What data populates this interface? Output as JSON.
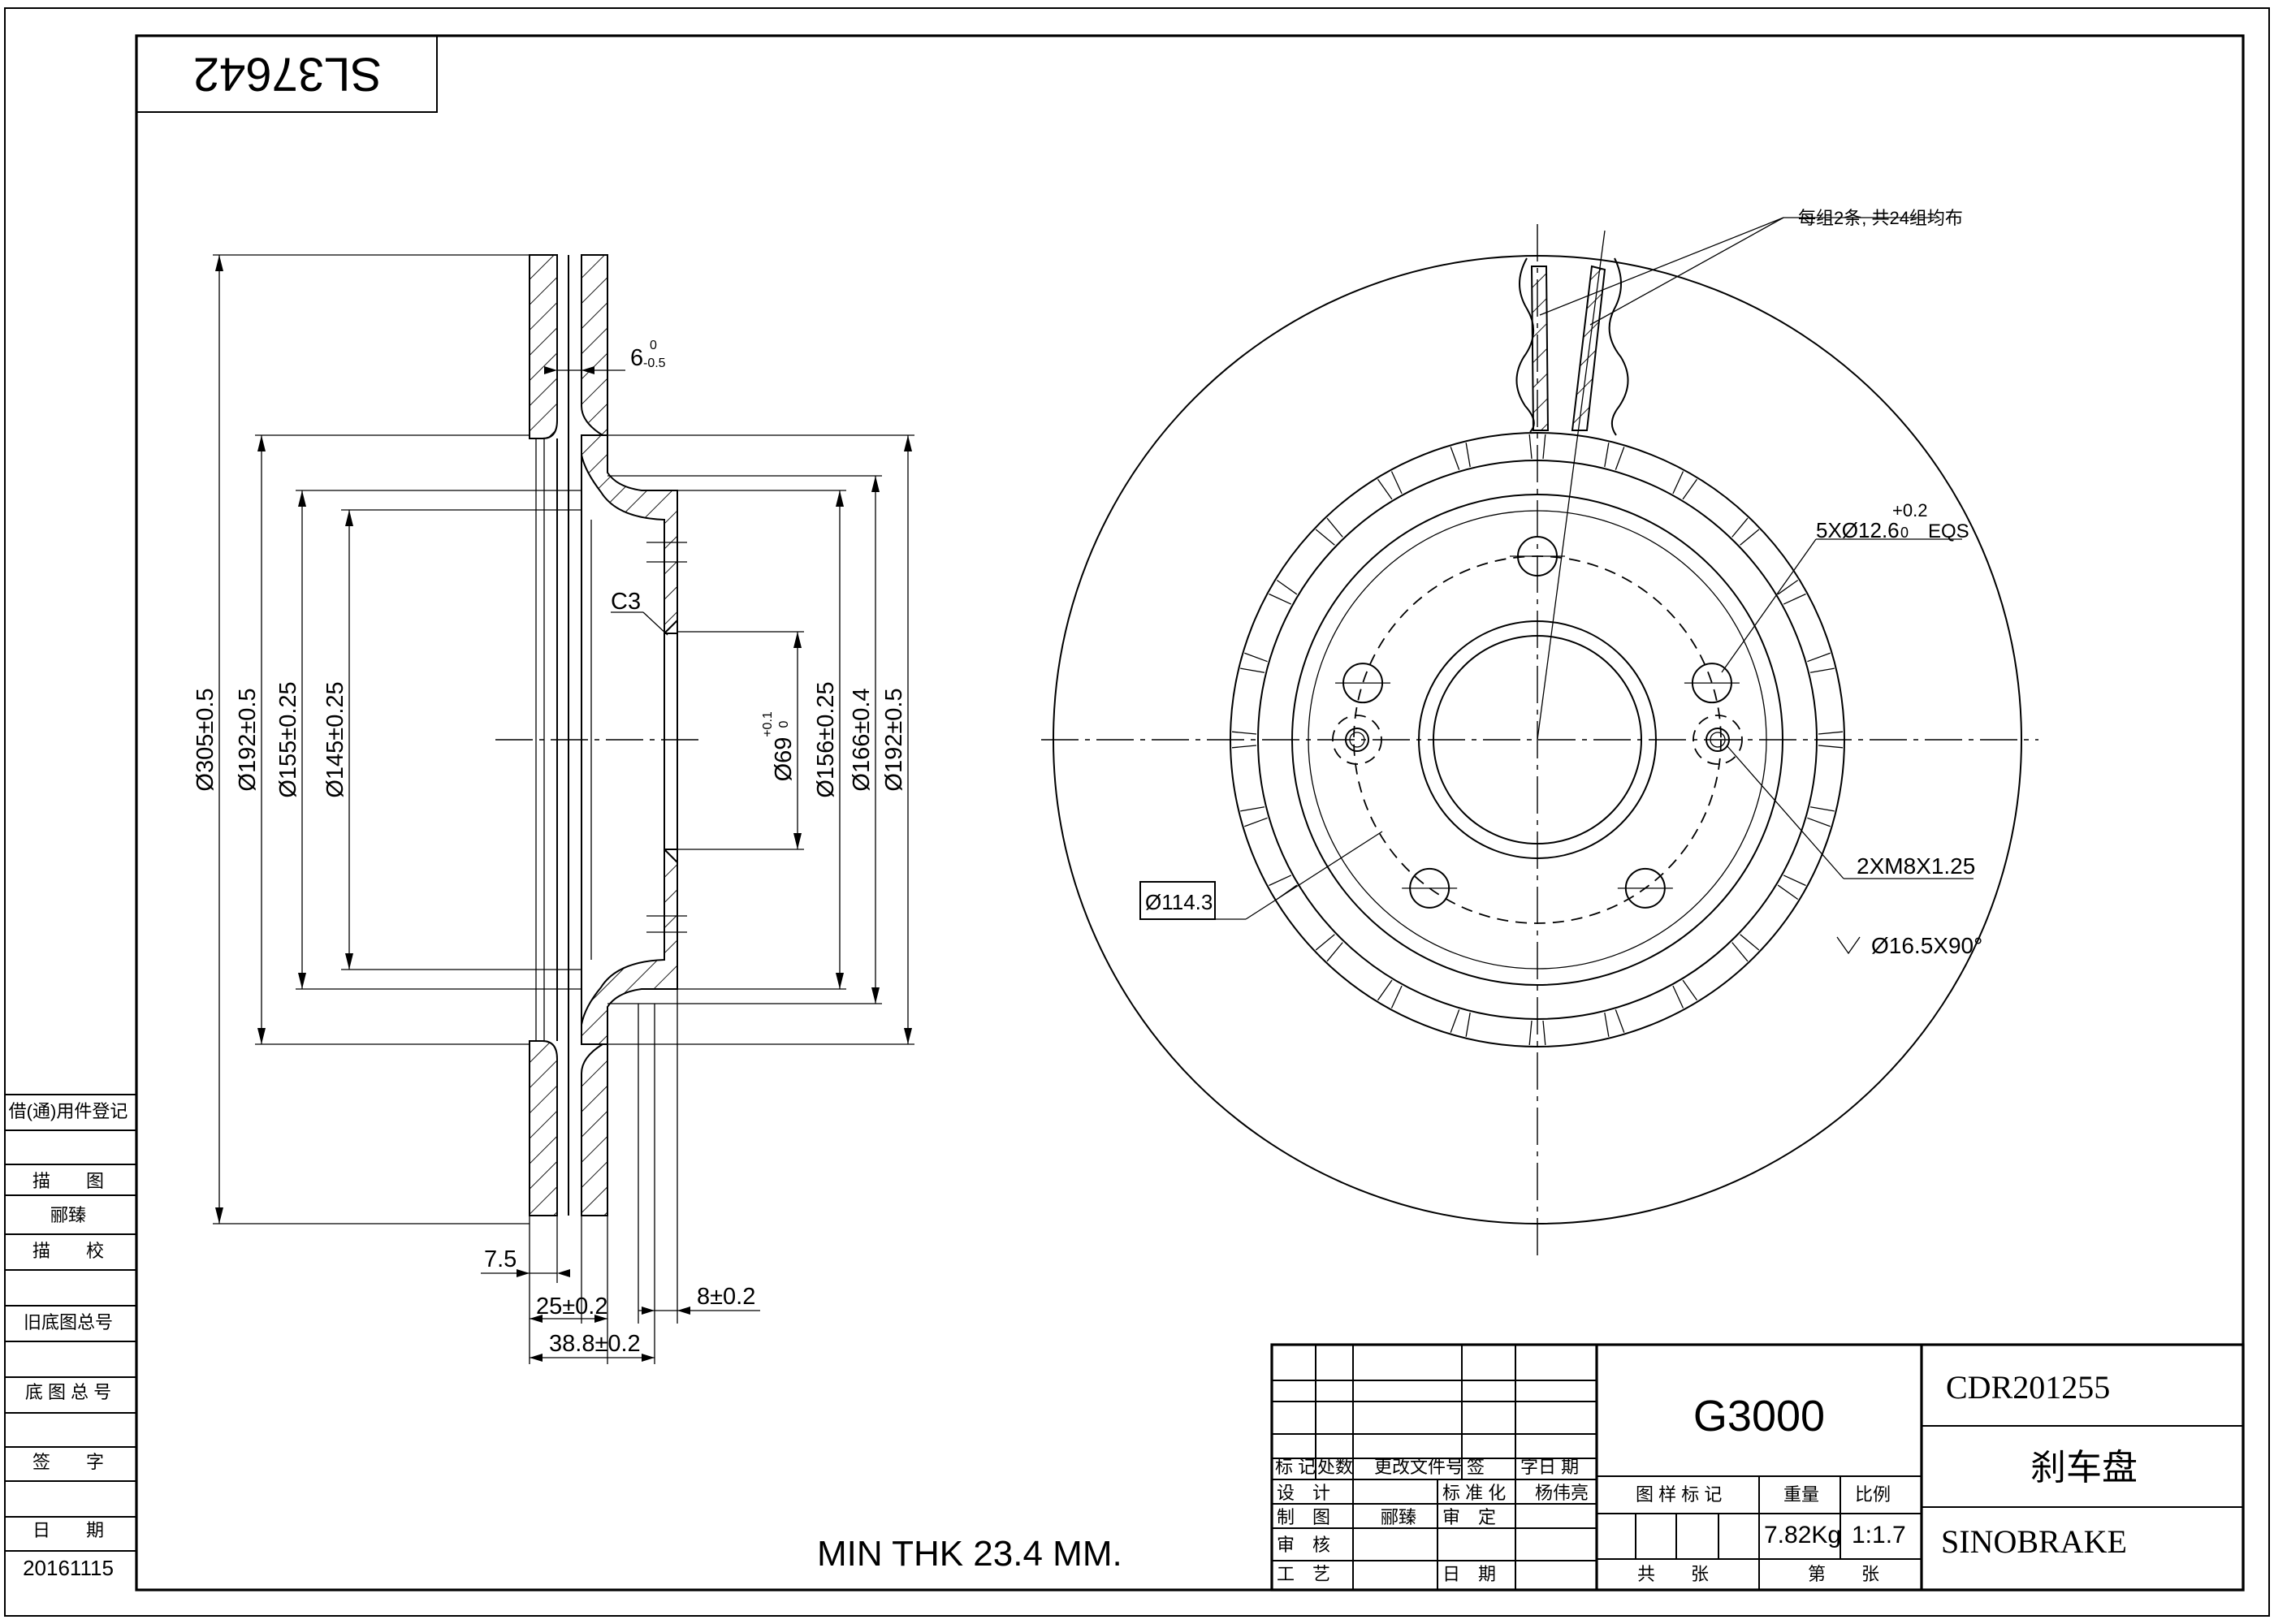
{
  "drawing": {
    "part_code_mirrored": "SL37642",
    "notes": {
      "vent_slots": "每组2条, 共24组均布",
      "bolt_holes": "5XØ12.6",
      "bolt_holes_tol": "+0.2",
      "bolt_holes_tol_low": "0",
      "bolt_holes_suffix": "EQS",
      "threaded_holes": "2XM8X1.25",
      "countersink": "Ø16.5X90°",
      "pcd": "Ø114.3",
      "chamfer": "C3",
      "min_thickness": "MIN THK 23.4 MM."
    },
    "dimensions": {
      "d_outer": "Ø305±0.5",
      "d_192_left": "Ø192±0.5",
      "d_155": "Ø155±0.25",
      "d_145": "Ø145±0.25",
      "d_69": "Ø69",
      "d_69_tol_hi": "+0.1",
      "d_69_tol_lo": "0",
      "d_156": "Ø156±0.25",
      "d_166": "Ø166±0.4",
      "d_192_right": "Ø192±0.5",
      "w_6": "6",
      "w_6_tol_hi": "0",
      "w_6_tol_lo": "-0.5",
      "w_7_5": "7.5",
      "w_25": "25±0.2",
      "w_8": "8±0.2",
      "w_38_8": "38.8±0.2"
    }
  },
  "left_strip": {
    "rows": [
      "借(通)用件登记",
      "描　　图",
      "郦臻",
      "描　　校",
      "旧底图总号",
      "底 图 总 号",
      "签　　字",
      "日　　期",
      "20161115"
    ]
  },
  "title_block": {
    "material": "G3000",
    "drawing_number": "CDR201255",
    "part_name": "刹车盘",
    "company": "SINOBRAKE",
    "labels": {
      "mark": "标 记",
      "count": "处数",
      "change_doc": "更改文件号",
      "sign": "签　　字",
      "date": "日 期",
      "design": "设　计",
      "standardize": "标 准 化",
      "draw": "制　图",
      "review_1": "审　定",
      "check": "审　核",
      "process": "工　艺",
      "date_2": "日　期",
      "sample_mark": "图 样 标 记",
      "weight_label": "重量",
      "scale_label": "比例",
      "total_sheets": "共　　张",
      "sheet_no": "第　　张"
    },
    "design_person": "杨伟亮",
    "drafter": "郦臻",
    "weight": "7.82Kg",
    "scale": "1:1.7"
  }
}
